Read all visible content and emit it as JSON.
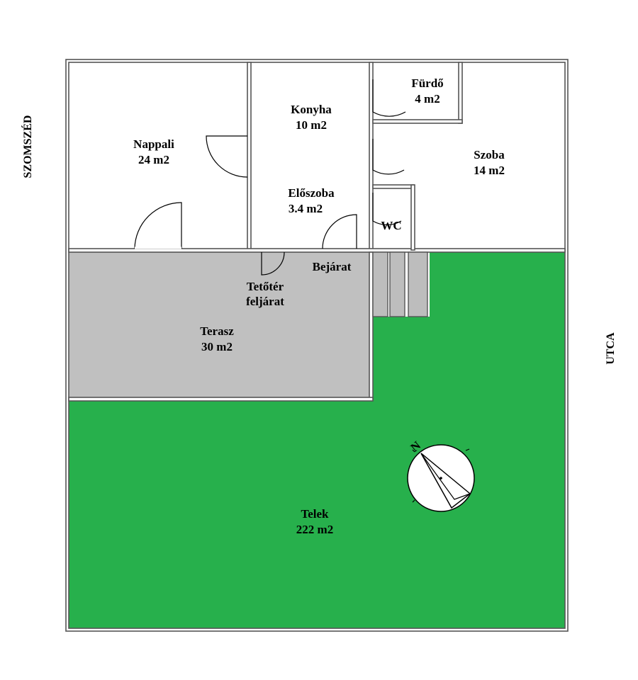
{
  "rooms": {
    "nappali": {
      "name": "Nappali",
      "area": "24 m2"
    },
    "konyha": {
      "name": "Konyha",
      "area": "10 m2"
    },
    "furdo": {
      "name": "Fürdő",
      "area": "4 m2"
    },
    "szoba": {
      "name": "Szoba",
      "area": "14 m2"
    },
    "eloszoba": {
      "name": "Előszoba",
      "area": "3.4 m2"
    },
    "wc": {
      "name": "WC"
    },
    "terasz": {
      "name": "Terasz",
      "area": "30 m2"
    },
    "telek": {
      "name": "Telek",
      "area": "222 m2"
    }
  },
  "labels": {
    "bejarat": "Bejárat",
    "tetoter_line1": "Tetőtér",
    "tetoter_line2": "feljárat",
    "neighbor": "SZOMSZÉD",
    "street": "UTCA",
    "compass_north": "N"
  },
  "colors": {
    "garden": "#27b04c",
    "terrace": "#c0c0c0",
    "wall": "#555555",
    "background": "#ffffff"
  }
}
